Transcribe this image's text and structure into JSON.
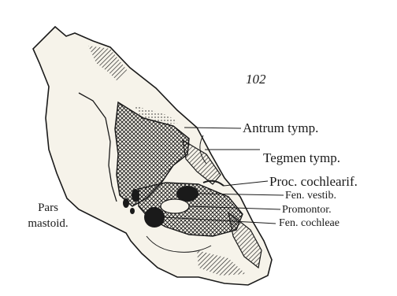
{
  "figure": {
    "number": "102",
    "labels": {
      "antrum": "Antrum tymp.",
      "tegmen": "Tegmen tymp.",
      "proc": "Proc. cochlearif.",
      "fen_vestib": "Fen. vestib.",
      "promontor": "Promontor.",
      "fen_cochleae": "Fen. cochleae",
      "pars_line1": "Pars",
      "pars_line2": "mastoid."
    }
  },
  "colors": {
    "ink": "#1a1a1a",
    "bone": "#f6f3ea",
    "background": "#ffffff"
  }
}
